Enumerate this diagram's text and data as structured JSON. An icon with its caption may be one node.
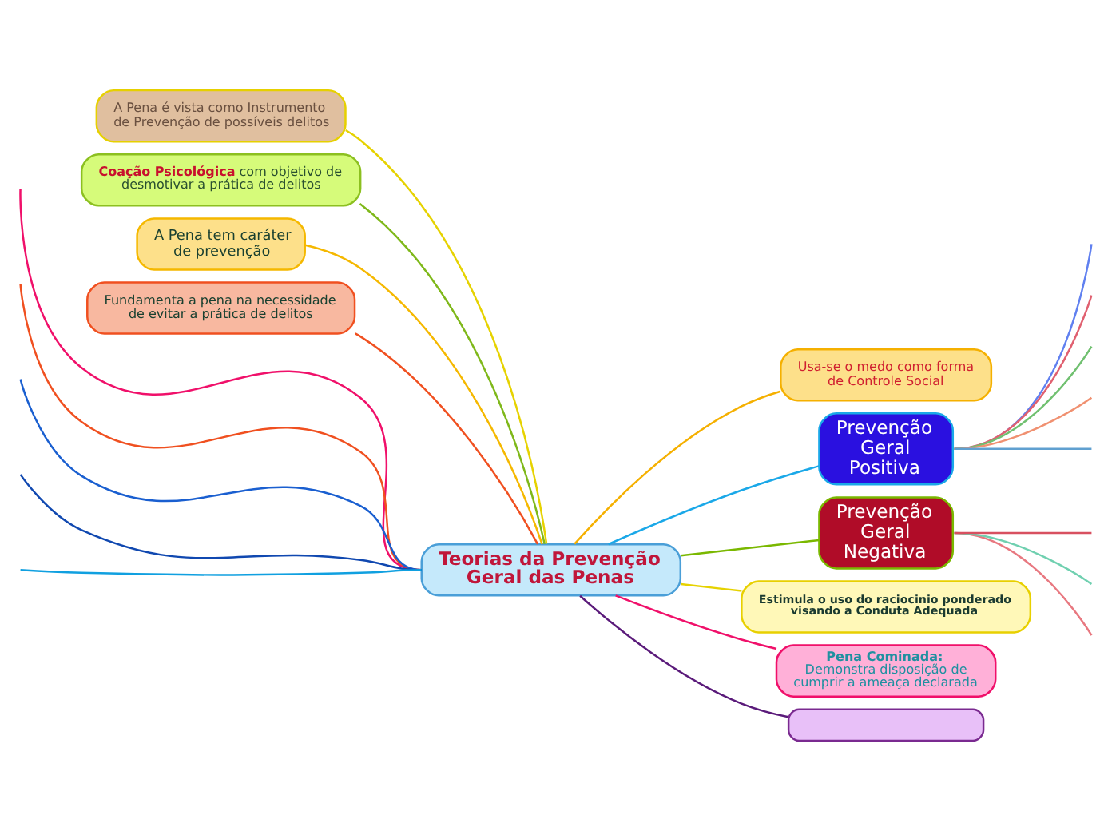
{
  "diagram": {
    "nodes": [
      {
        "text": [
          "Teorias da Prevenção Geral das Penas"
        ]
      },
      {
        "text": [
          "A Pena é vista como Instrumento de Prevenção de possíveis delitos"
        ]
      },
      {
        "text": [
          "**Coação Psicológica** com objetivo de desmotivar a prática de delitos"
        ]
      },
      {
        "text": [
          "Usa-se o medo como forma de Controle Social"
        ]
      },
      {
        "text": [
          "Prevenção Geral Positiva"
        ]
      },
      {
        "text": [
          "A Pena tem caráter de prevenção"
        ]
      },
      {
        "text": [
          "Prevenção Geral Negativa"
        ]
      },
      {
        "text": [
          "Fundamenta a pena na necessidade de evitar a prática de delitos"
        ]
      },
      {
        "text": [
          "Estimula o uso do raciocinio ponderado visando a Conduta Adequada"
        ]
      },
      {
        "text": [
          "Pena Cominada:",
          "Demonstra disposição de cumprir a ameaça declarada"
        ]
      },
      {
        "text": [],
        "shape": "box"
      }
    ],
    "edges": [
      {
        "from": 0,
        "to": 1,
        "arrow": "none",
        "color": "#e6d200"
      },
      {
        "from": 0,
        "to": 2,
        "arrow": "none",
        "color": "#7fb81a"
      },
      {
        "from": 0,
        "to": 3,
        "arrow": "none",
        "color": "#f5b000"
      },
      {
        "from": 0,
        "to": 4,
        "arrow": "none",
        "color": "#1aa8e8"
      },
      {
        "from": 0,
        "to": 5,
        "arrow": "none",
        "color": "#f5b800"
      },
      {
        "from": 0,
        "to": 6,
        "arrow": "none",
        "color": "#7ab800"
      },
      {
        "from": 0,
        "to": 7,
        "arrow": "none",
        "color": "#f05020"
      },
      {
        "from": 0,
        "to": 8,
        "arrow": "none",
        "color": "#e6d200"
      },
      {
        "from": 0,
        "to": 9,
        "arrow": "none",
        "color": "#f0106a"
      },
      {
        "from": 0,
        "to": 10,
        "arrow": "none",
        "color": "#5a1a7a"
      },
      {
        "from": 0,
        "to": null,
        "arrow": "none",
        "color": "#f0106a"
      },
      {
        "from": 0,
        "to": null,
        "arrow": "none",
        "color": "#f05020"
      },
      {
        "from": 0,
        "to": null,
        "arrow": "none",
        "color": "#1a5fd0"
      },
      {
        "from": 0,
        "to": null,
        "arrow": "none",
        "color": "#1048b0"
      },
      {
        "from": 0,
        "to": null,
        "arrow": "none",
        "color": "#10a0e0"
      },
      {
        "from": 4,
        "to": null,
        "arrow": "none",
        "color": "#6080f0"
      },
      {
        "from": 4,
        "to": null,
        "arrow": "none",
        "color": "#e06070"
      },
      {
        "from": 4,
        "to": null,
        "arrow": "none",
        "color": "#70c070"
      },
      {
        "from": 4,
        "to": null,
        "arrow": "none",
        "color": "#f09070"
      },
      {
        "from": 4,
        "to": null,
        "arrow": "none",
        "color": "#60a0d0"
      },
      {
        "from": 6,
        "to": null,
        "arrow": "none",
        "color": "#e87880"
      },
      {
        "from": 6,
        "to": null,
        "arrow": "none",
        "color": "#70d0b0"
      },
      {
        "from": 6,
        "to": null,
        "arrow": "none",
        "color": "#d85060"
      }
    ]
  }
}
